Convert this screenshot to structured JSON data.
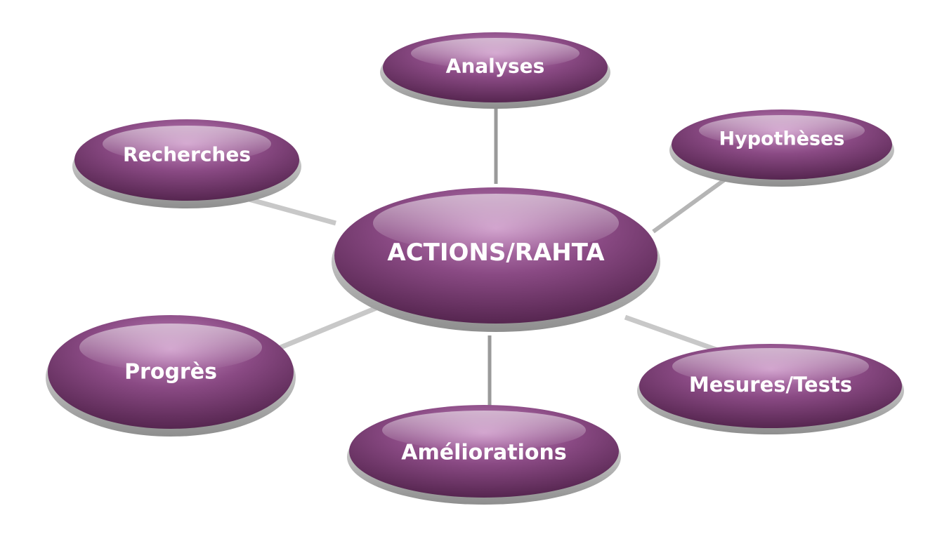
{
  "diagram": {
    "center": {
      "label": "ACTIONS/RAHTA"
    },
    "nodes": [
      {
        "id": "analyses",
        "label": "Analyses"
      },
      {
        "id": "hypotheses",
        "label": "Hypothèses"
      },
      {
        "id": "recherches",
        "label": "Recherches"
      },
      {
        "id": "progres",
        "label": "Progrès"
      },
      {
        "id": "ameliorations",
        "label": "Améliorations"
      },
      {
        "id": "mesures-tests",
        "label": "Mesures/Tests"
      }
    ]
  },
  "colors": {
    "node_dark": "#5e2d5a",
    "node_mid": "#8a4a84",
    "node_light": "#d49bcf",
    "rim": "#b9b9b9",
    "text": "#ffffff"
  }
}
